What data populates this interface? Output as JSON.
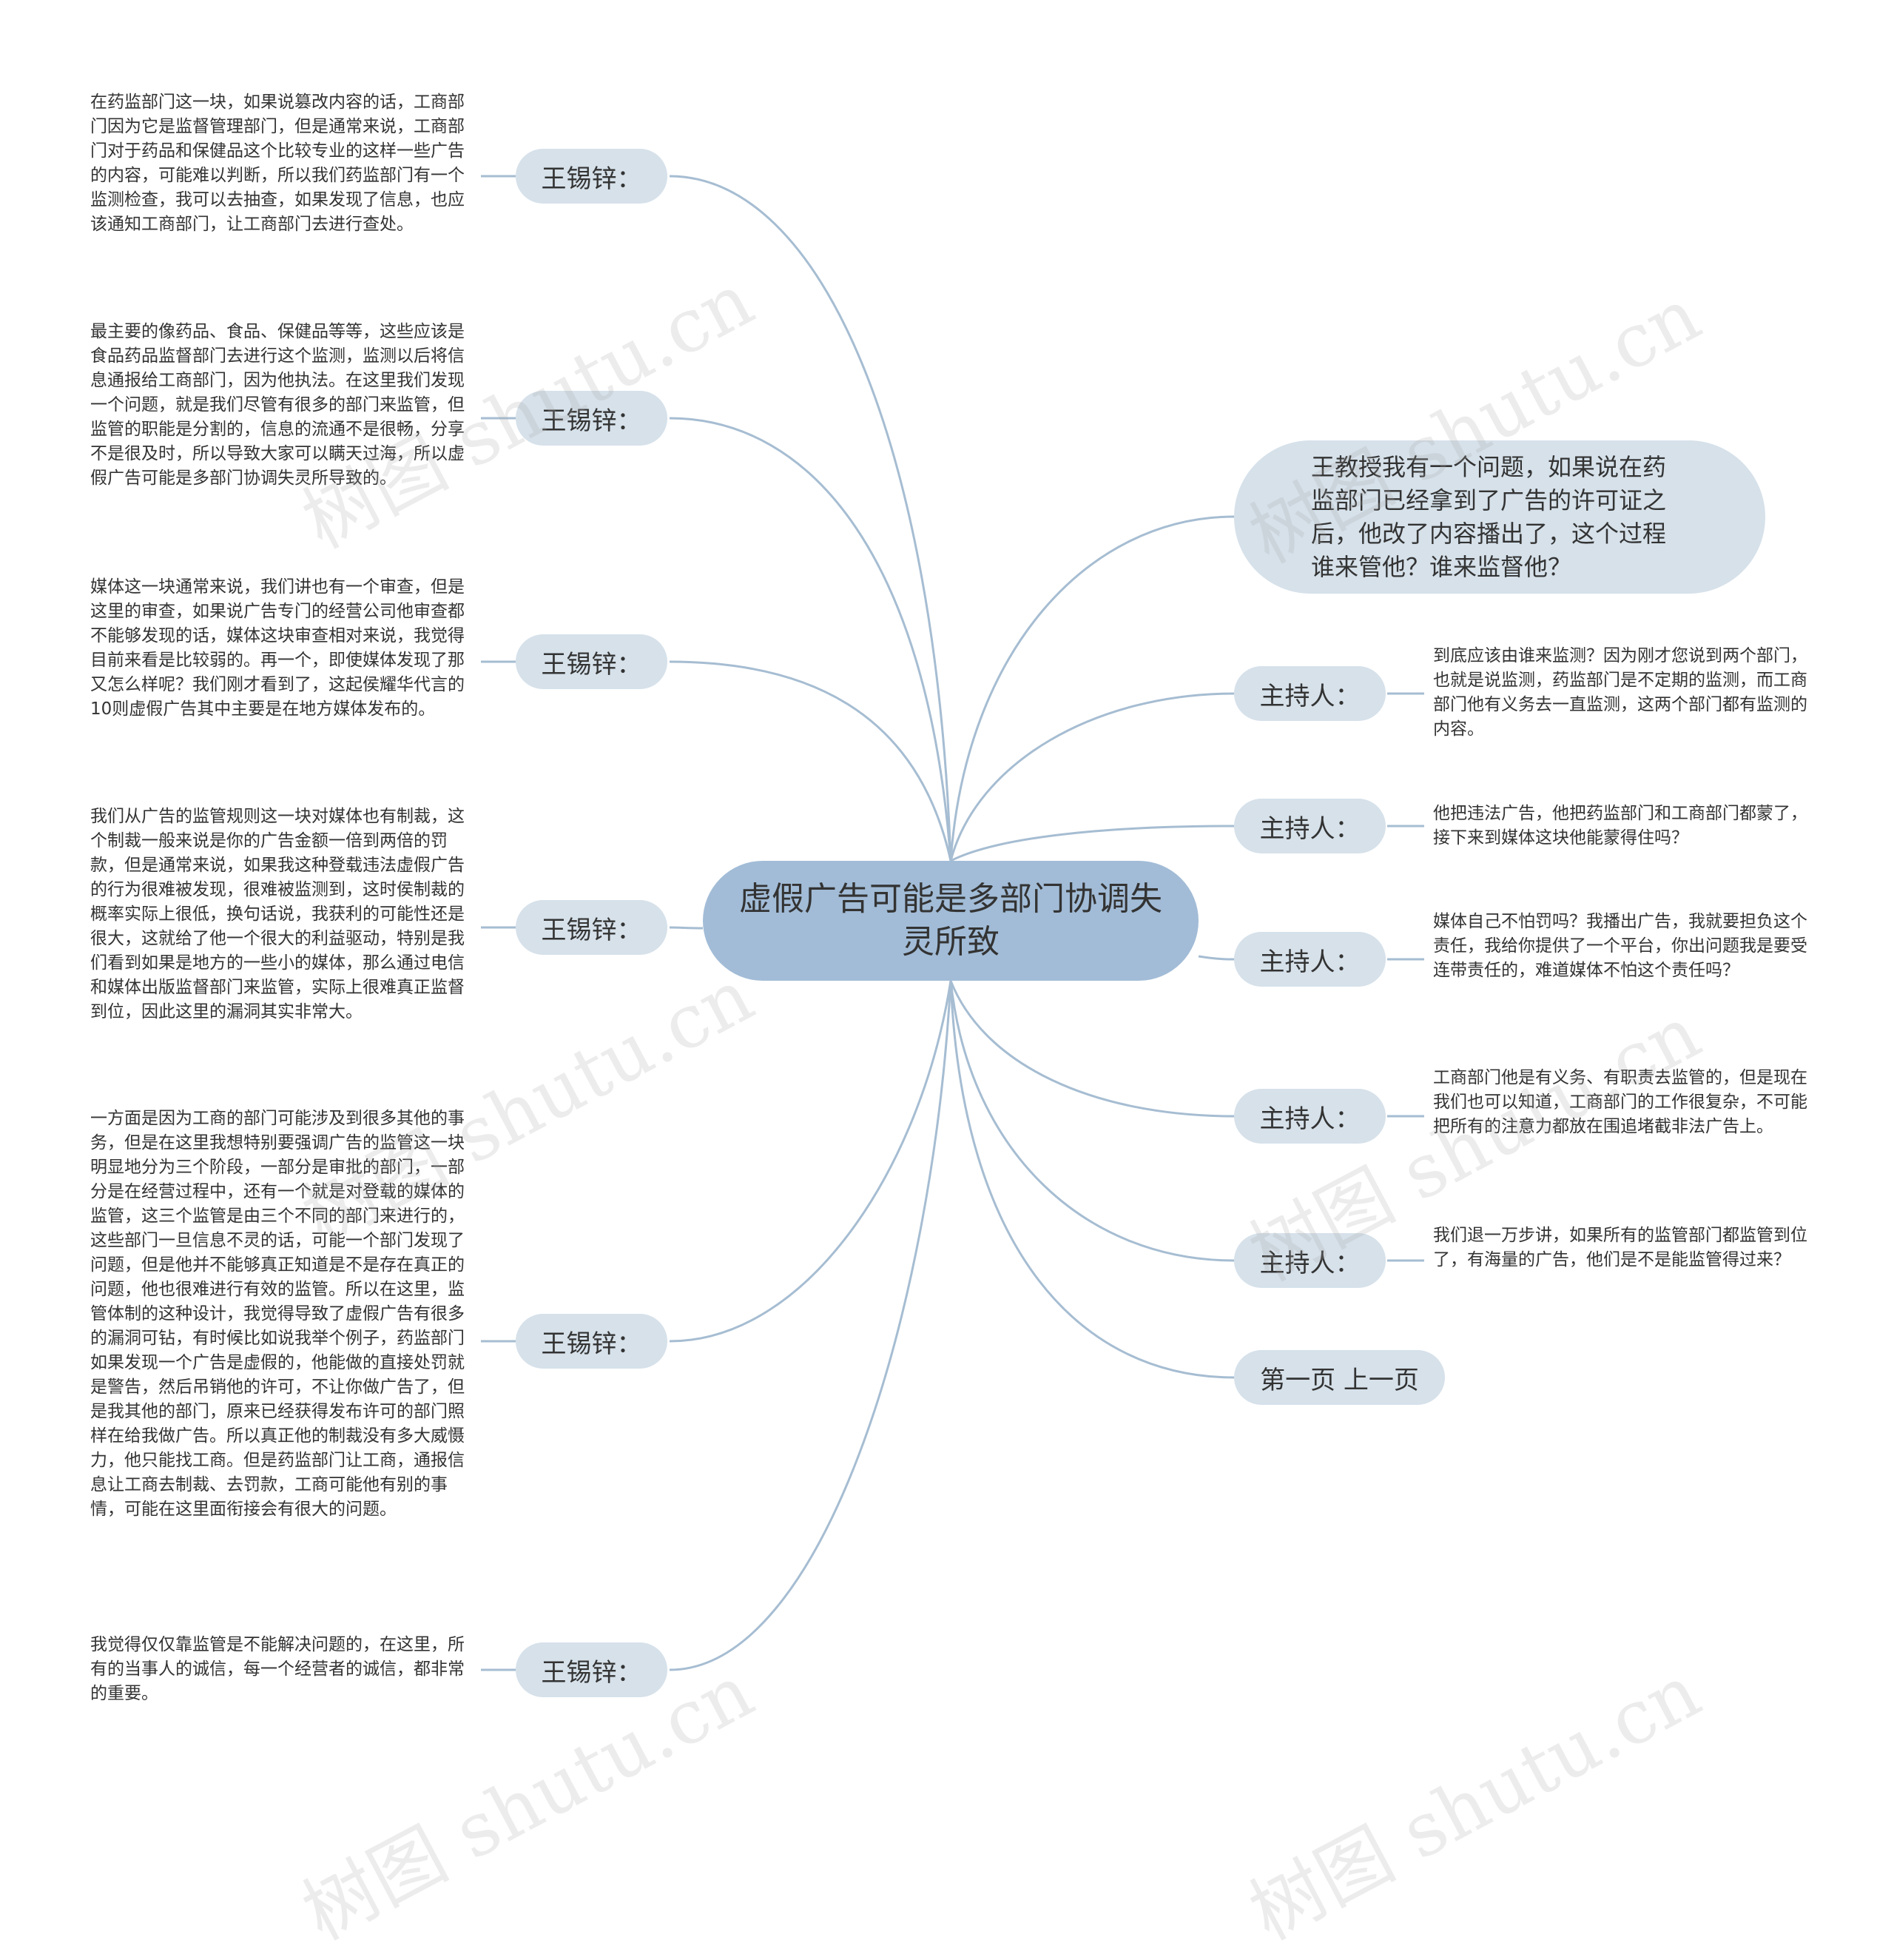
{
  "root": {
    "title": "虚假广告可能是多部门协调失灵所致"
  },
  "left_branches": [
    {
      "label": "王锡锌：",
      "text": "在药监部门这一块，如果说篡改内容的话，工商部门因为它是监督管理部门，但是通常来说，工商部门对于药品和保健品这个比较专业的这样一些广告的内容，可能难以判断，所以我们药监部门有一个监测检查，我可以去抽查，如果发现了信息，也应该通知工商部门，让工商部门去进行查处。"
    },
    {
      "label": "王锡锌：",
      "text": "最主要的像药品、食品、保健品等等，这些应该是食品药品监督部门去进行这个监测，监测以后将信息通报给工商部门，因为他执法。在这里我们发现一个问题，就是我们尽管有很多的部门来监管，但监管的职能是分割的，信息的流通不是很畅，分享不是很及时，所以导致大家可以瞒天过海，所以虚假广告可能是多部门协调失灵所导致的。"
    },
    {
      "label": "王锡锌：",
      "text": "媒体这一块通常来说，我们讲也有一个审查，但是这里的审查，如果说广告专门的经营公司他审查都不能够发现的话，媒体这块审查相对来说，我觉得目前来看是比较弱的。再一个，即使媒体发现了那又怎么样呢？我们刚才看到了，这起侯耀华代言的10则虚假广告其中主要是在地方媒体发布的。"
    },
    {
      "label": "王锡锌：",
      "text": "我们从广告的监管规则这一块对媒体也有制裁，这个制裁一般来说是你的广告金额一倍到两倍的罚款，但是通常来说，如果我这种登载违法虚假广告的行为很难被发现，很难被监测到，这时侯制裁的概率实际上很低，换句话说，我获利的可能性还是很大，这就给了他一个很大的利益驱动，特别是我们看到如果是地方的一些小的媒体，那么通过电信和媒体出版监督部门来监管，实际上很难真正监督到位，因此这里的漏洞其实非常大。"
    },
    {
      "label": "王锡锌：",
      "text": "一方面是因为工商的部门可能涉及到很多其他的事务，但是在这里我想特别要强调广告的监管这一块明显地分为三个阶段，一部分是审批的部门，一部分是在经营过程中，还有一个就是对登载的媒体的监管，这三个监管是由三个不同的部门来进行的，这些部门一旦信息不灵的话，可能一个部门发现了问题，但是他并不能够真正知道是不是存在真正的问题，他也很难进行有效的监管。所以在这里，监管体制的这种设计，我觉得导致了虚假广告有很多的漏洞可钻，有时候比如说我举个例子，药监部门如果发现一个广告是虚假的，他能做的直接处罚就是警告，然后吊销他的许可，不让你做广告了，但是我其他的部门，原来已经获得发布许可的部门照样在给我做广告。所以真正他的制裁没有多大威慑力，他只能找工商。但是药监部门让工商，通报信息让工商去制裁、去罚款，工商可能他有别的事情，可能在这里面衔接会有很大的问题。"
    },
    {
      "label": "王锡锌：",
      "text": "我觉得仅仅靠监管是不能解决问题的，在这里，所有的当事人的诚信，每一个经营者的诚信，都非常的重要。"
    }
  ],
  "question": {
    "text": "王教授我有一个问题，如果说在药监部门已经拿到了广告的许可证之后，他改了内容播出了，这个过程谁来管他？谁来监督他？"
  },
  "right_branches": [
    {
      "label": "主持人：",
      "text": "到底应该由谁来监测？因为刚才您说到两个部门，也就是说监测，药监部门是不定期的监测，而工商部门他有义务去一直监测，这两个部门都有监测的内容。"
    },
    {
      "label": "主持人：",
      "text": "他把违法广告，他把药监部门和工商部门都蒙了，接下来到媒体这块他能蒙得住吗？"
    },
    {
      "label": "主持人：",
      "text": "媒体自己不怕罚吗？我播出广告，我就要担负这个责任，我给你提供了一个平台，你出问题我是要受连带责任的，难道媒体不怕这个责任吗？"
    },
    {
      "label": "主持人：",
      "text": "工商部门他是有义务、有职责去监管的，但是现在我们也可以知道，工商部门的工作很复杂，不可能把所有的注意力都放在围追堵截非法广告上。"
    },
    {
      "label": "主持人：",
      "text": "我们退一万步讲，如果所有的监管部门都监管到位了，有海量的广告，他们是不是能监管得过来？"
    }
  ],
  "pager": {
    "label": "第一页 上一页"
  },
  "watermark": {
    "text": "树图 shutu.cn"
  },
  "colors": {
    "root": "#a2bcd7",
    "node": "#d6e1ea",
    "line": "#a6bdd2",
    "text": "#333333"
  }
}
